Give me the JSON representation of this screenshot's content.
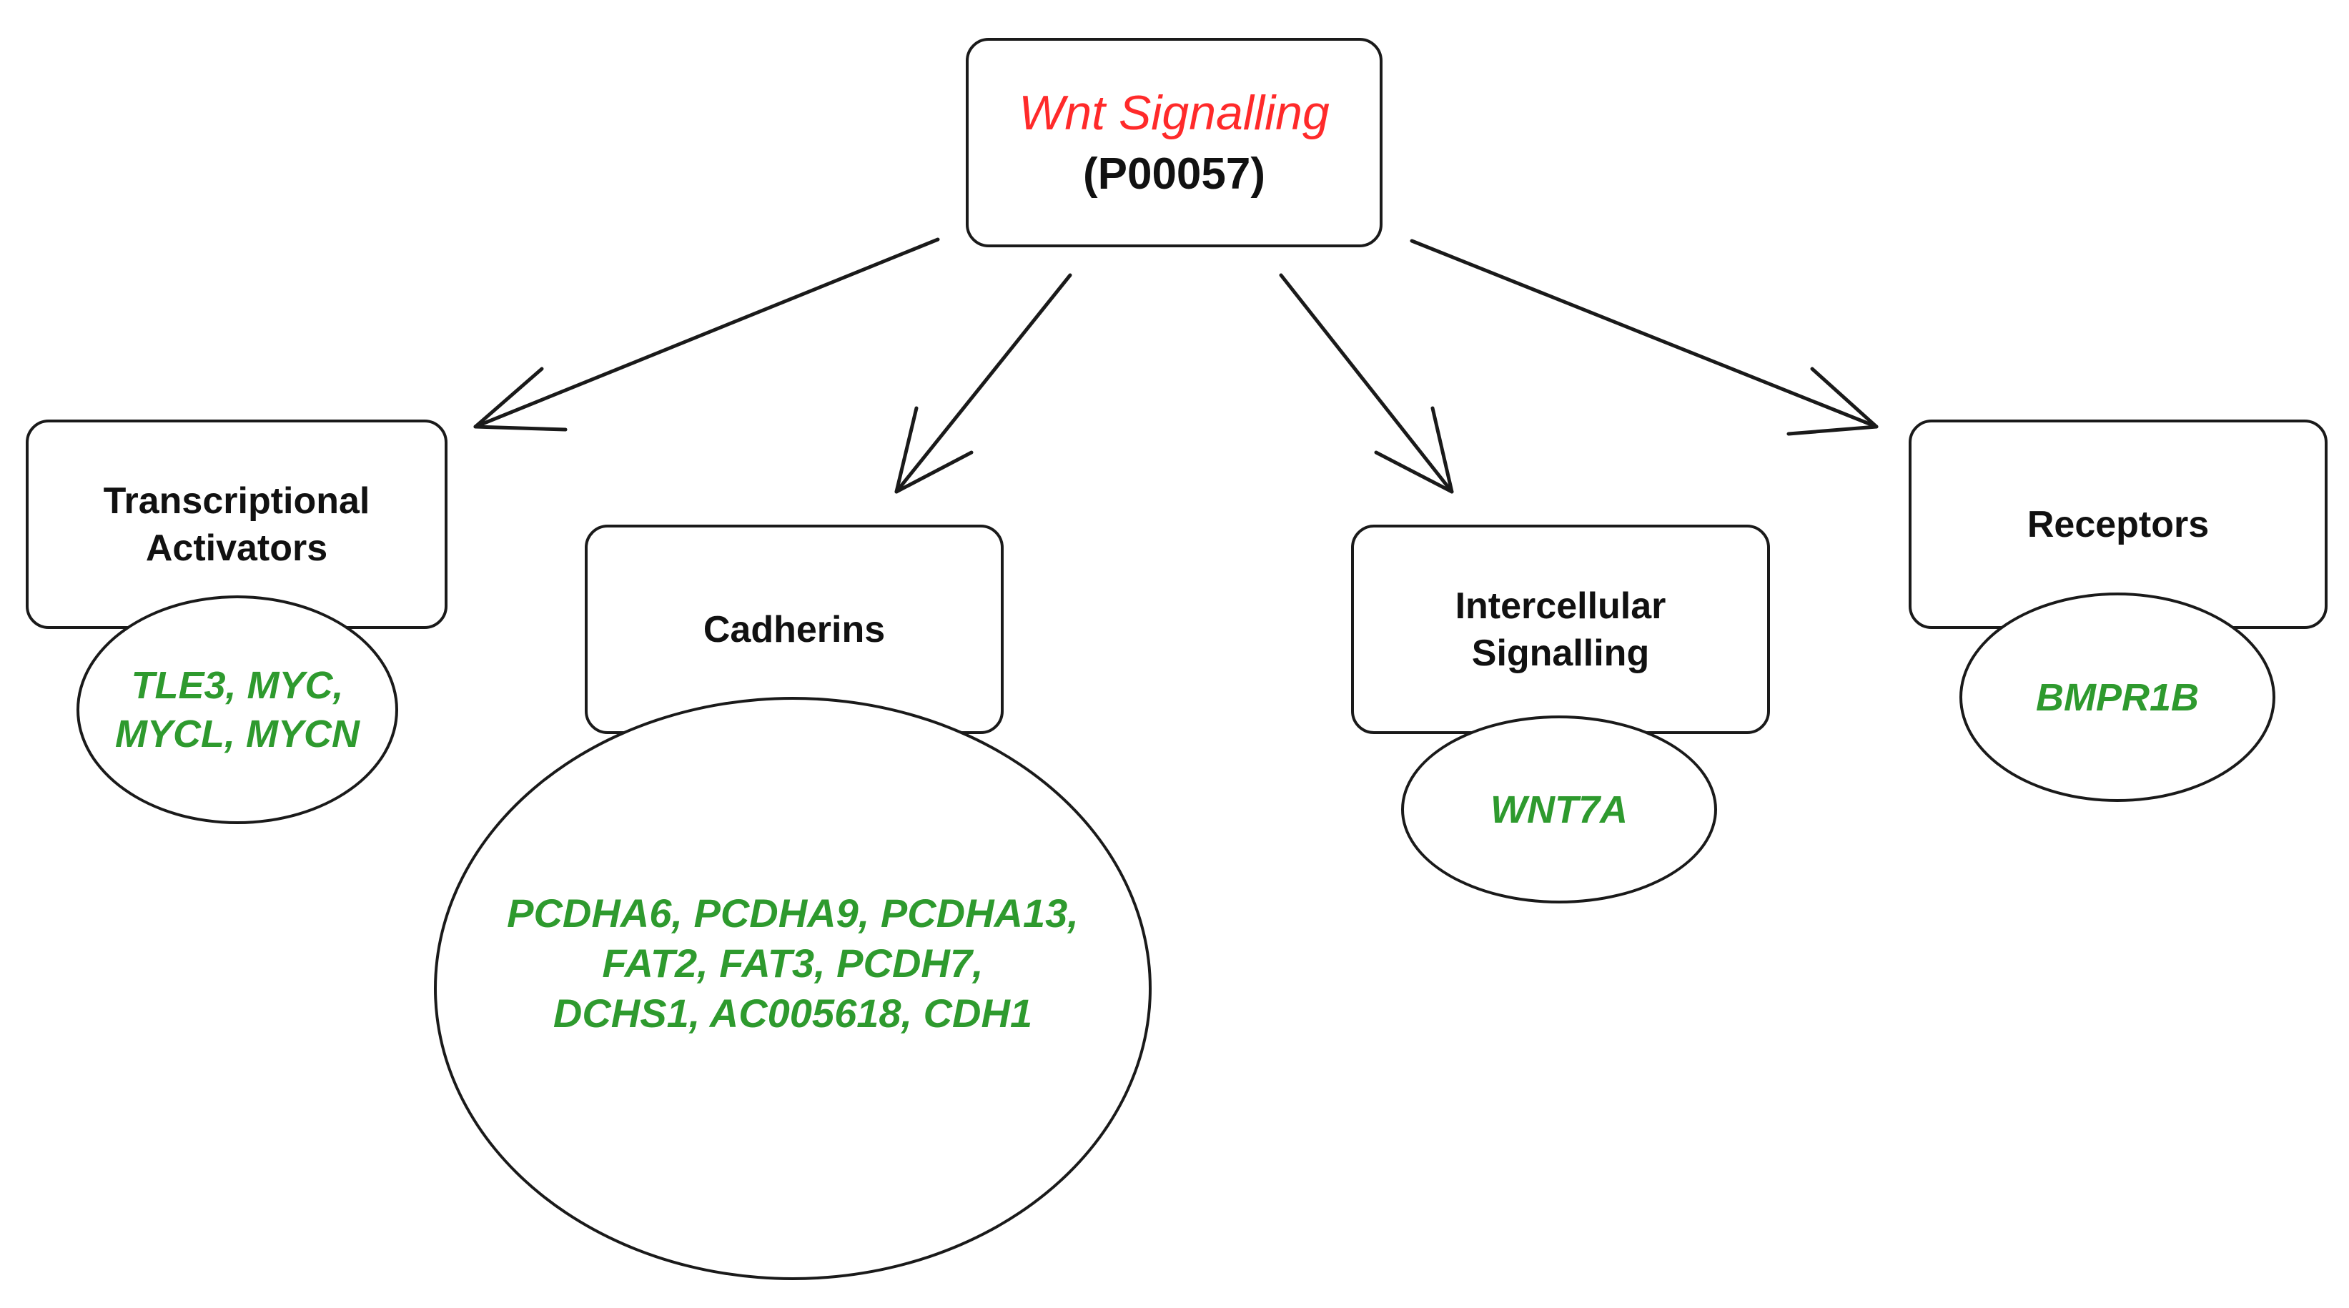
{
  "root": {
    "title": "Wnt Signalling",
    "id": "(P00057)",
    "title_color": "#ff2a2a"
  },
  "categories": [
    {
      "label_line1": "Transcriptional",
      "label_line2": "Activators",
      "genes_line1": "TLE3, MYC,",
      "genes_line2": "MYCL, MYCN"
    },
    {
      "label_line1": "Cadherins",
      "genes_line1": "PCDHA6, PCDHA9, PCDHA13,",
      "genes_line2": "FAT2, FAT3, PCDH7,",
      "genes_line3": "DCHS1, AC005618, CDH1"
    },
    {
      "label_line1": "Intercellular",
      "label_line2": "Signalling",
      "genes_line1": "WNT7A"
    },
    {
      "label_line1": "Receptors",
      "genes_line1": "BMPR1B"
    }
  ],
  "colors": {
    "gene": "#2e9a2e",
    "outline": "#1a1a1a"
  }
}
